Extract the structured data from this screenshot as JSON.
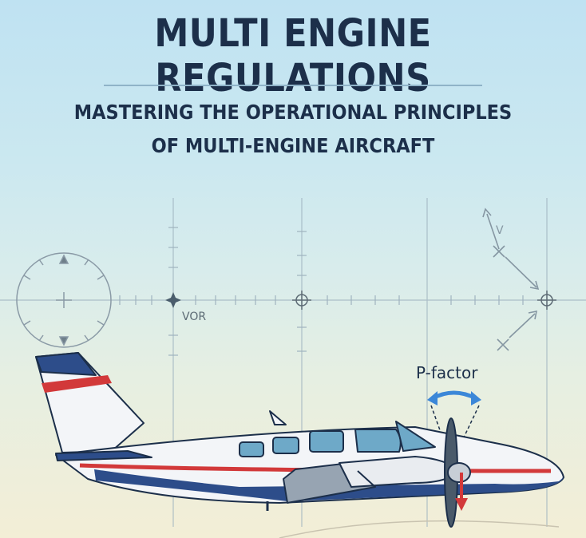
{
  "header": {
    "pre_title": "",
    "title": "MULTI ENGINE REGULATIONS",
    "subtitle_line1": "MASTERING THE OPERATIONAL PRINCIPLES",
    "subtitle_line2": "OF MULTI-ENGINE AIRCRAFT"
  },
  "diagram": {
    "vor_label": "VOR",
    "vector_label": "V",
    "pfactor_label": "P-factor"
  },
  "colors": {
    "navy": "#1c2f4a",
    "stripe_red": "#d2393a",
    "fuselage_blue": "#2d4d8a",
    "arrow_blue": "#3b87d8"
  }
}
